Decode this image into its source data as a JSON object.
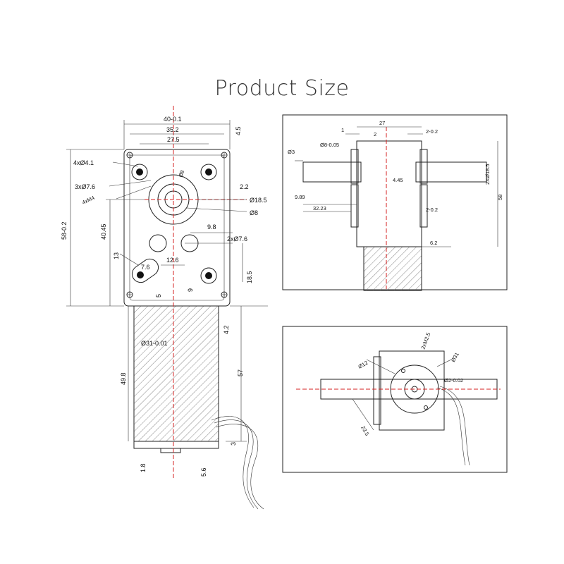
{
  "title": "Product Size",
  "front_view": {
    "width_overall": "40-0.1",
    "width_holes": "35.2",
    "width_inner": "27.5",
    "top_offset": "4.5",
    "mount_holes": "4xØ4.1",
    "small_holes": "3xØ7.6",
    "threads": "4xM4",
    "shaft_dia": "Ø8",
    "boss_dia": "Ø18.5",
    "shaft_dia2": "Ø8",
    "boss_gap": "2.2",
    "height_overall": "58-0.2",
    "height_shaft": "40.45",
    "hole_spacing": "9.8",
    "side_holes": "2xØ7.6",
    "slot_len": "13",
    "slot_w": "7.6",
    "slot_offset": "12.6",
    "dim_5": "5",
    "dim_9": "9",
    "dim_18_5": "18.5",
    "motor_dia": "Ø31-0.01",
    "motor_gap": "4.2",
    "motor_len": "49.8",
    "motor_total": "57",
    "bottom_1_8": "1.8",
    "bottom_5_6": "5.6",
    "bottom_3": "3"
  },
  "side_view": {
    "top_27": "27",
    "dim_1": "1",
    "dim_2": "2",
    "dim_2_02_top": "2-0.2",
    "shaft_tol": "Ø8-0.05",
    "dim_3": "Ø3",
    "dim_4_45": "4.45",
    "dim_2x_18_5": "2XØ18.5",
    "dim_58": "58",
    "dim_9_89": "9.89",
    "dim_32_23": "32.23",
    "dim_2_02_mid": "2-0.2",
    "dim_6_2": "6.2"
  },
  "end_view": {
    "dim_m2_5": "2xM2.5",
    "dim_12": "Ø12",
    "dim_31": "Ø31",
    "dim_2_002": "Ø2-0.02",
    "dim_23_5": "23.5"
  }
}
